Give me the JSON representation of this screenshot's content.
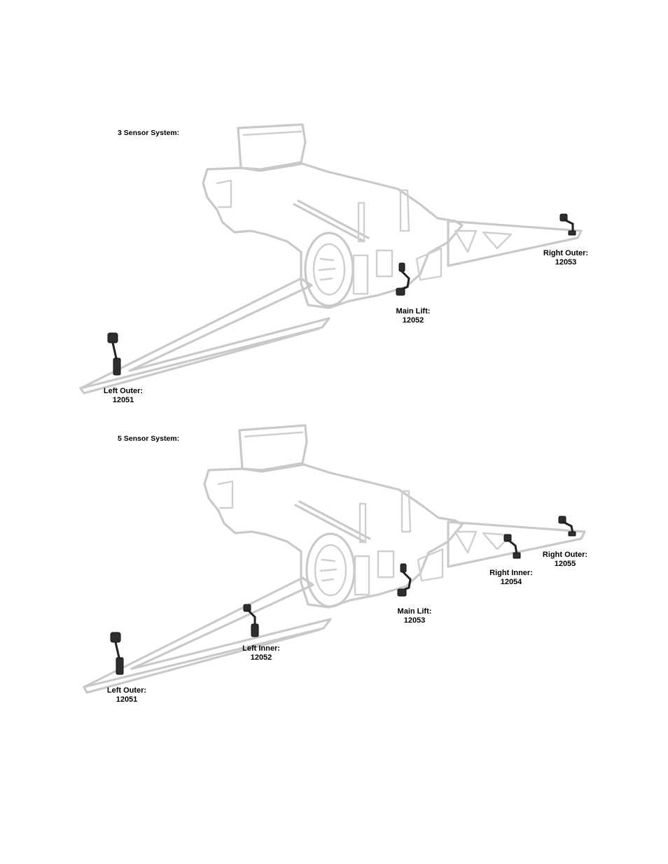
{
  "diagrams": [
    {
      "title": "3 Sensor System:",
      "sensors": [
        {
          "name": "Left Outer:",
          "part": "12051"
        },
        {
          "name": "Main Lift:",
          "part": "12052"
        },
        {
          "name": "Right Outer:",
          "part": "12053"
        }
      ]
    },
    {
      "title": "5 Sensor System:",
      "sensors": [
        {
          "name": "Left Outer:",
          "part": "12051"
        },
        {
          "name": "Left Inner:",
          "part": "12052"
        },
        {
          "name": "Main Lift:",
          "part": "12053"
        },
        {
          "name": "Right Inner:",
          "part": "12054"
        },
        {
          "name": "Right Outer:",
          "part": "12055"
        }
      ]
    }
  ],
  "colors": {
    "machine_outline": "#c9c9c9",
    "sensor": "#2e2e2e"
  },
  "icons": {
    "machine": "sprayer-outline-icon",
    "sensor": "boom-height-sensor-icon"
  }
}
